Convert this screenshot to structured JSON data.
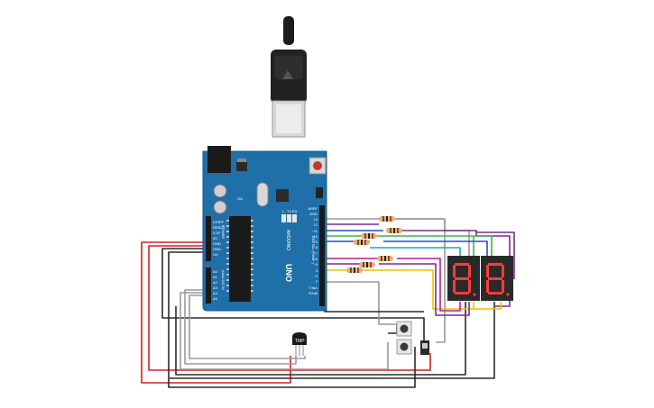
{
  "board": {
    "name": "ARDUINO",
    "model": "UNO",
    "pins_power": [
      "IOREF",
      "RESET",
      "3.3V",
      "5V",
      "GND",
      "GND",
      "Vin"
    ],
    "pins_analog": [
      "A0",
      "A1",
      "A2",
      "A3",
      "A4",
      "A5"
    ],
    "pins_digital": [
      "AREF",
      "GND",
      "13",
      "12",
      "~11",
      "~10",
      "~9",
      "8",
      "7",
      "~6",
      "~5",
      "4",
      "~3",
      "2",
      "TX▸1",
      "RX◂0"
    ],
    "header_digital": "DIGITAL (PWM~)",
    "header_analog": "ANALOG IN",
    "header_power": "POWER",
    "leds": [
      "L",
      "TX",
      "RX"
    ],
    "on_label": "ON"
  },
  "sensor": {
    "label": "TMP"
  },
  "displays": {
    "count": 2,
    "digit_value": "8"
  },
  "components": {
    "resistors": 7,
    "pushbuttons": 2,
    "slide_switch": 1
  },
  "colors": {
    "board": "#1f6fa8",
    "wire_black": "#2b2b2b",
    "wire_red": "#d02020",
    "wire_gray": "#9a9a9a",
    "wire_green": "#39b54a",
    "wire_purple": "#7b2c8f",
    "wire_magenta": "#c2188e",
    "wire_yellow": "#e8c400",
    "wire_blue": "#1f4fcf",
    "wire_teal": "#20a8b0",
    "display_segment": "#ff3b3b",
    "display_body": "#2a2a2a"
  }
}
